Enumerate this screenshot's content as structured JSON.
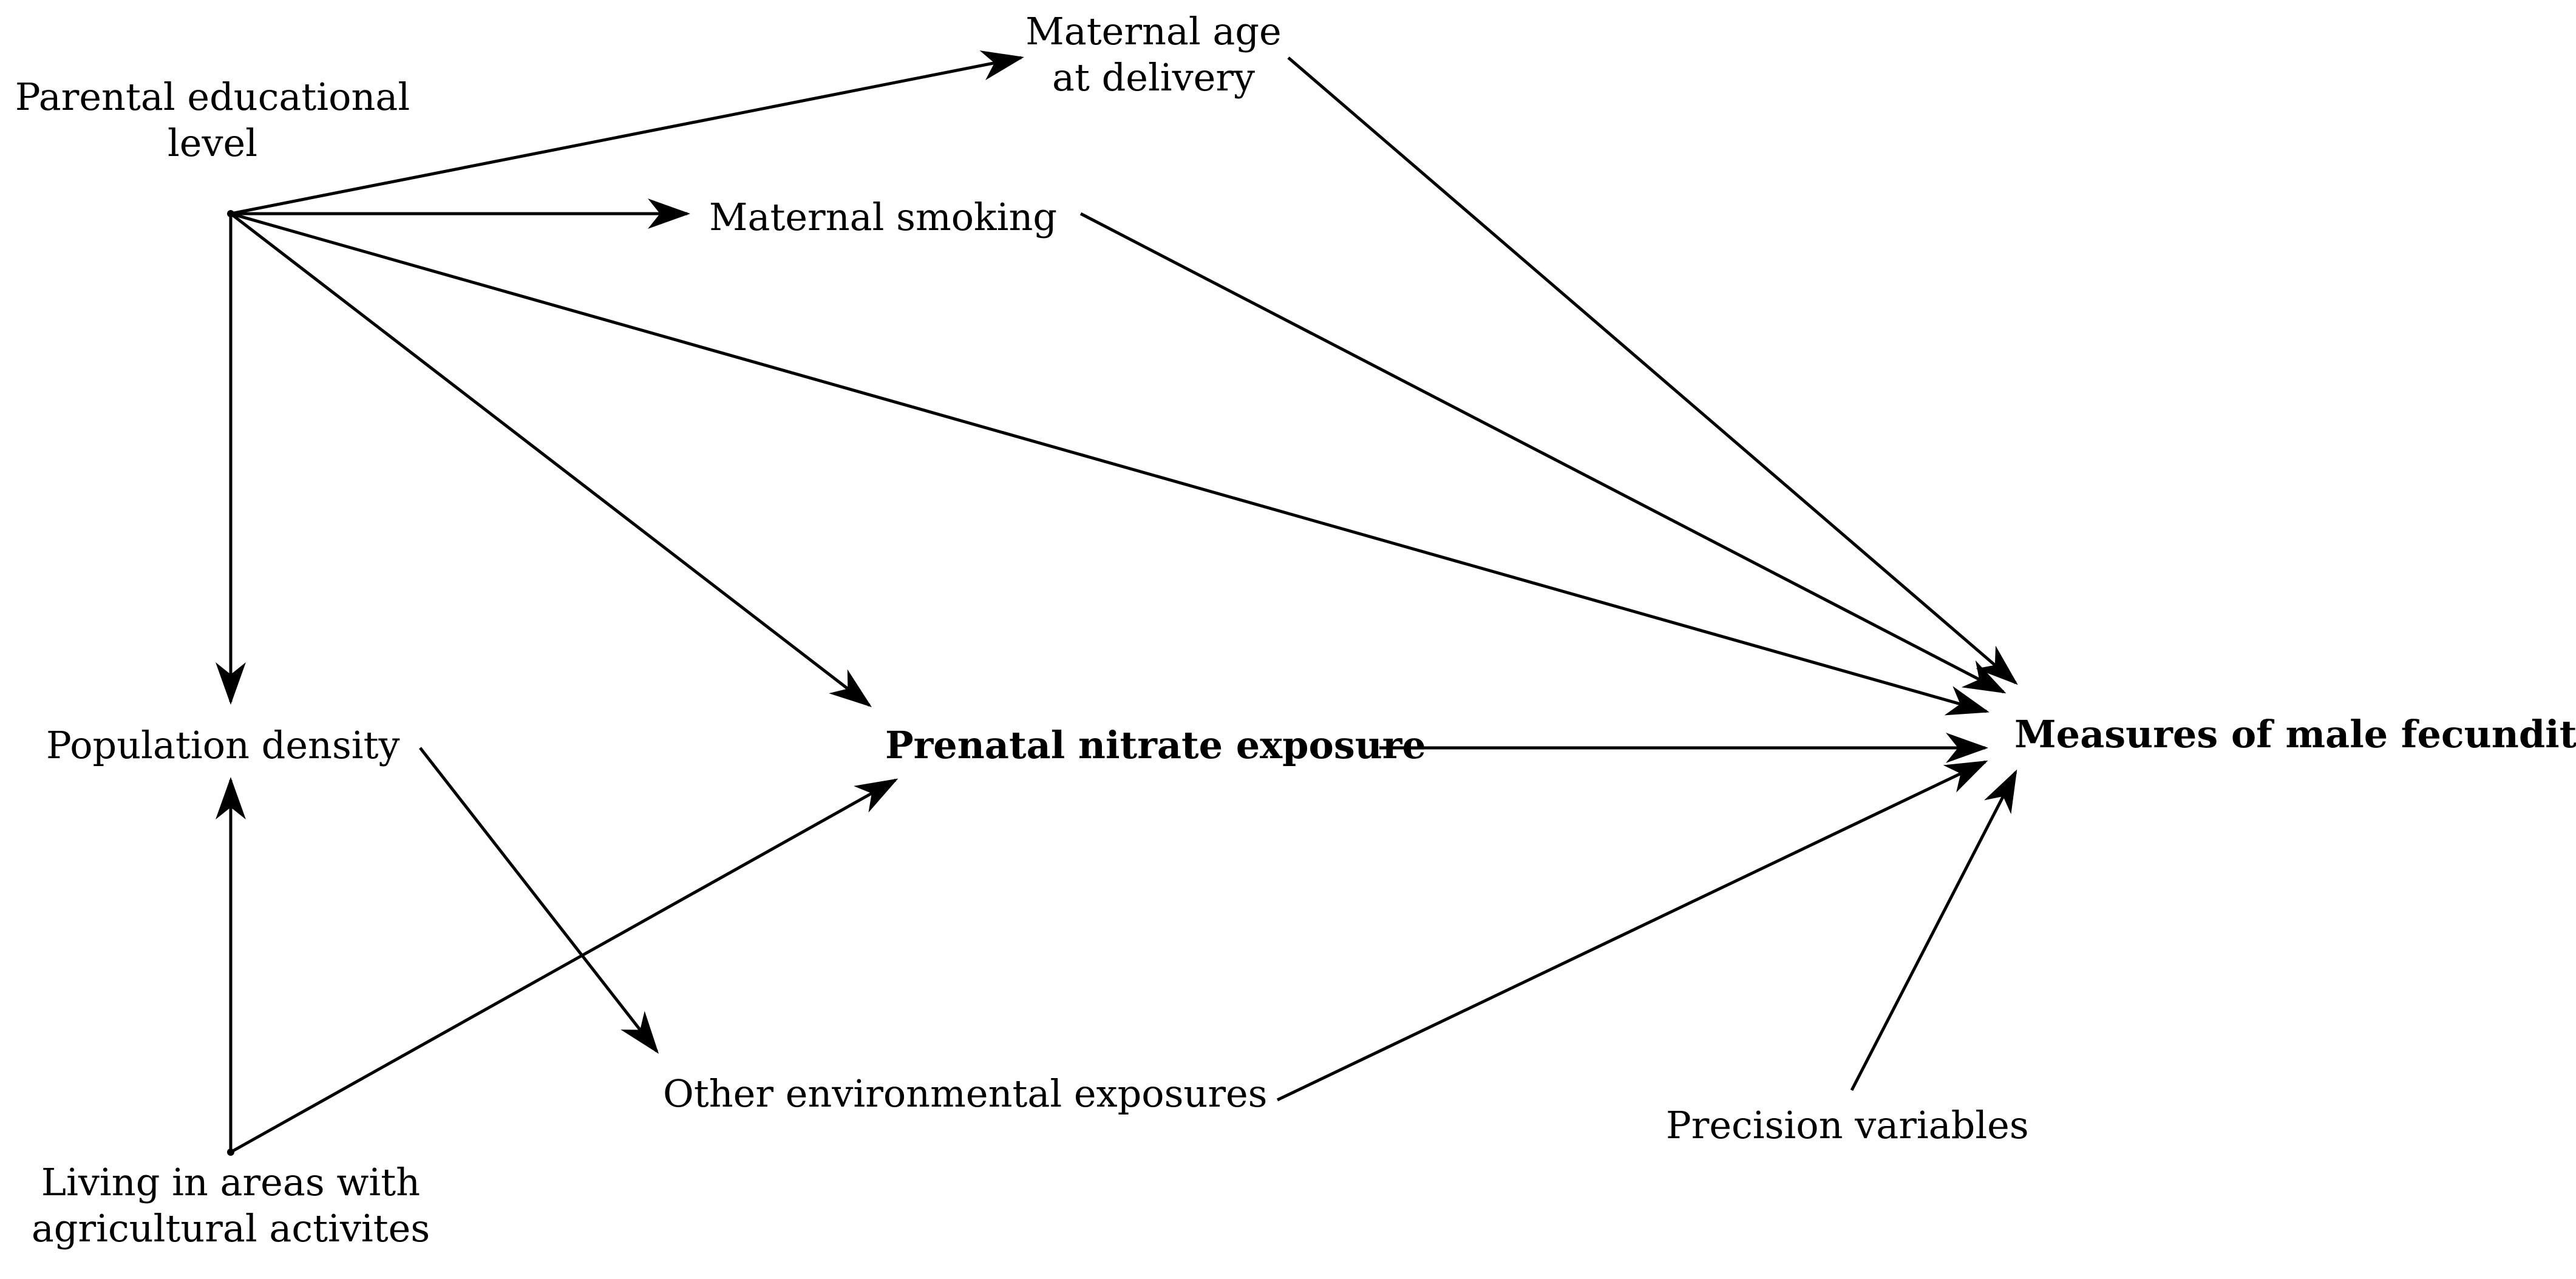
{
  "nodes": {
    "parental_education": {
      "lines": [
        "Parental educational",
        "level"
      ]
    },
    "maternal_age": {
      "lines": [
        "Maternal age",
        "at delivery"
      ]
    },
    "maternal_smoking": {
      "lines": [
        "Maternal smoking"
      ]
    },
    "population_density": {
      "lines": [
        "Population density"
      ]
    },
    "prenatal_nitrate": {
      "lines": [
        "Prenatal nitrate exposure"
      ]
    },
    "male_fecundity": {
      "lines": [
        "Measures of male fecundity"
      ]
    },
    "agricultural_areas": {
      "lines": [
        "Living in areas with",
        "agricultural activites"
      ]
    },
    "other_environmental": {
      "lines": [
        "Other environmental exposures"
      ]
    },
    "precision_variables": {
      "lines": [
        "Precision variables"
      ]
    }
  },
  "edges": [
    {
      "from": "parental_education",
      "to": "maternal_age"
    },
    {
      "from": "parental_education",
      "to": "maternal_smoking"
    },
    {
      "from": "parental_education",
      "to": "prenatal_nitrate"
    },
    {
      "from": "parental_education",
      "to": "male_fecundity"
    },
    {
      "from": "parental_education",
      "to": "population_density"
    },
    {
      "from": "maternal_age",
      "to": "male_fecundity"
    },
    {
      "from": "maternal_smoking",
      "to": "male_fecundity"
    },
    {
      "from": "population_density",
      "to": "other_environmental"
    },
    {
      "from": "agricultural_areas",
      "to": "population_density"
    },
    {
      "from": "agricultural_areas",
      "to": "prenatal_nitrate"
    },
    {
      "from": "prenatal_nitrate",
      "to": "male_fecundity"
    },
    {
      "from": "other_environmental",
      "to": "male_fecundity"
    },
    {
      "from": "precision_variables",
      "to": "male_fecundity"
    }
  ]
}
